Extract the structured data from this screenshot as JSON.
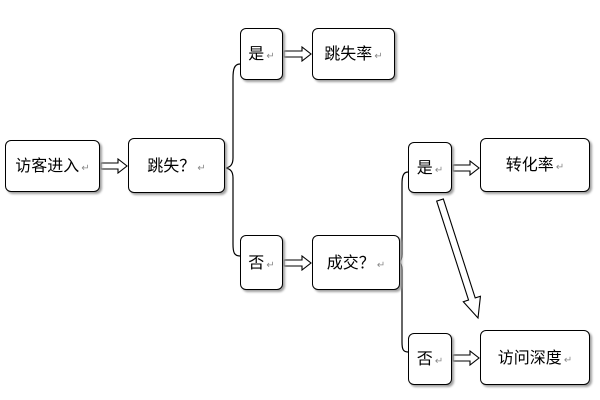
{
  "diagram": {
    "paragraph_mark": "↵",
    "nodes": {
      "visitor_entry": "访客进入",
      "bounce_question": "跳失？",
      "bounce_yes": "是",
      "bounce_rate": "跳失率",
      "bounce_no": "否",
      "deal_question": "成交？",
      "deal_yes": "是",
      "conversion_rate": "转化率",
      "deal_no": "否",
      "visit_depth": "访问深度"
    },
    "colors": {
      "border": "#000000",
      "fill": "#ffffff",
      "shadow": "#a0a0a0",
      "mark": "#8a8a8a",
      "arrow_fill": "#ffffff"
    }
  }
}
